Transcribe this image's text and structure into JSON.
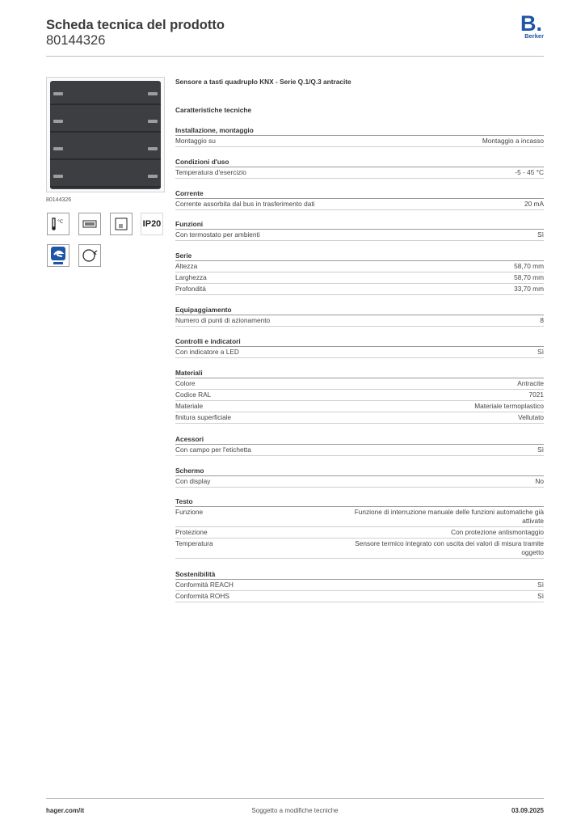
{
  "header": {
    "title": "Scheda tecnica del prodotto",
    "article_number": "80144326",
    "logo_mark": "B.",
    "logo_text": "Berker"
  },
  "left": {
    "product_code": "80144326",
    "ip_rating": "IP20"
  },
  "product": {
    "name": "Sensore a tasti quadruplo KNX - Serie Q.1/Q.3 antracite",
    "specs_heading": "Caratteristiche tecniche"
  },
  "sections": {
    "installazione": {
      "title": "Installazione, montaggio",
      "rows": [
        {
          "label": "Montaggio su",
          "value": "Montaggio a incasso"
        }
      ]
    },
    "condizioni": {
      "title": "Condizioni d'uso",
      "rows": [
        {
          "label": "Temperatura d'esercizio",
          "value": "-5 - 45 °C"
        }
      ]
    },
    "corrente": {
      "title": "Corrente",
      "rows": [
        {
          "label": "Corrente assorbita dal bus in trasferimento dati",
          "value": "20 mA"
        }
      ]
    },
    "funzioni": {
      "title": "Funzioni",
      "rows": [
        {
          "label": "Con termostato per ambienti",
          "value": "Sì"
        }
      ]
    },
    "serie": {
      "title": "Serie",
      "rows": [
        {
          "label": "Altezza",
          "value": "58,70 mm"
        },
        {
          "label": "Larghezza",
          "value": "58,70 mm"
        },
        {
          "label": "Profondità",
          "value": "33,70 mm"
        }
      ]
    },
    "equipaggiamento": {
      "title": "Equipaggiamento",
      "rows": [
        {
          "label": "Numero di punti di azionamento",
          "value": "8"
        }
      ]
    },
    "controlli": {
      "title": "Controlli e indicatori",
      "rows": [
        {
          "label": "Con indicatore a LED",
          "value": "Sì"
        }
      ]
    },
    "materiali": {
      "title": "Materiali",
      "rows": [
        {
          "label": "Colore",
          "value": "Antracite"
        },
        {
          "label": "Codice RAL",
          "value": "7021"
        },
        {
          "label": "Materiale",
          "value": "Materiale termoplastico"
        },
        {
          "label": "finitura superficiale",
          "value": "Vellutato"
        }
      ]
    },
    "acessori": {
      "title": "Acessori",
      "rows": [
        {
          "label": "Con campo per l'etichetta",
          "value": "Sì"
        }
      ]
    },
    "schermo": {
      "title": "Schermo",
      "rows": [
        {
          "label": "Con display",
          "value": "No"
        }
      ]
    },
    "testo": {
      "title": "Testo",
      "rows": [
        {
          "label": "Funzione",
          "value": "Funzione di interruzione manuale delle funzioni automatiche già attivate"
        },
        {
          "label": "Protezione",
          "value": "Con protezione antismontaggio"
        },
        {
          "label": "Temperatura",
          "value": "Sensore termico integrato con uscita dei valori di misura tramite oggetto"
        }
      ]
    },
    "sostenibilita": {
      "title": "Sostenibilità",
      "rows": [
        {
          "label": "Conformità REACH",
          "value": "Sì"
        },
        {
          "label": "Conformità ROHS",
          "value": "Sì"
        }
      ]
    }
  },
  "footer": {
    "website": "hager.com/it",
    "notice": "Soggetto a modifiche tecniche",
    "date": "03.09.2025"
  },
  "colors": {
    "brand_blue": "#1d56a7",
    "anthracite": "#3c3e41"
  }
}
